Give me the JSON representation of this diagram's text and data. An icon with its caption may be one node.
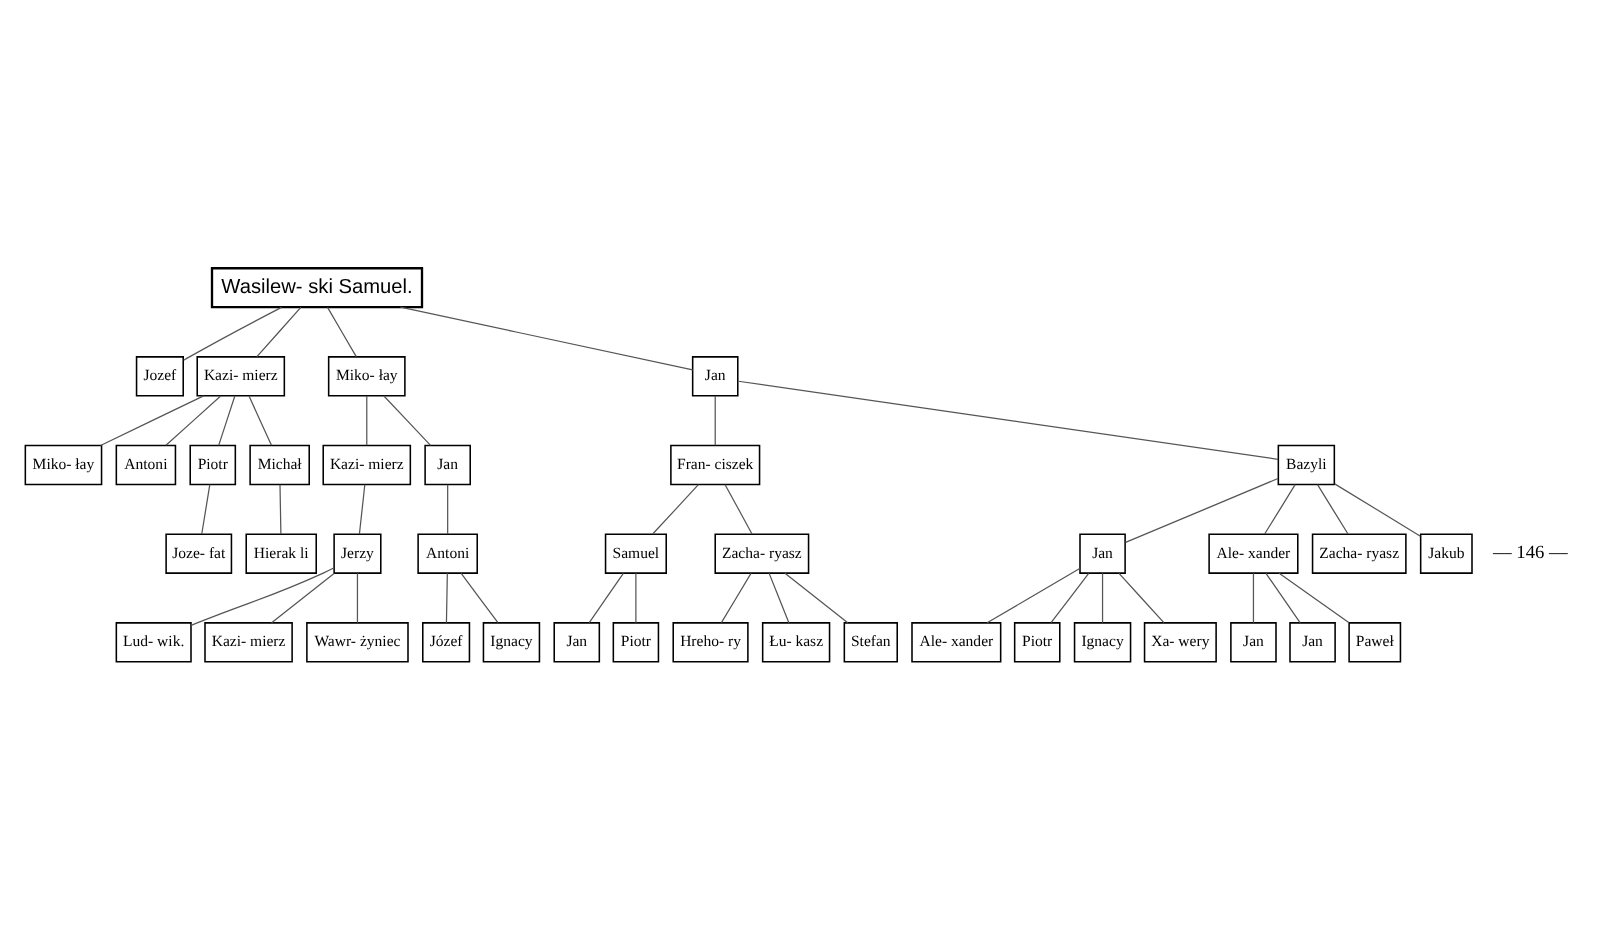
{
  "diagram": {
    "nodes": [
      {
        "text": [
          "Wasilew- ski Samuel."
        ]
      },
      {
        "text": [
          "Jozef"
        ]
      },
      {
        "text": [
          "Kazi- mierz"
        ]
      },
      {
        "text": [
          "Miko- łay"
        ]
      },
      {
        "text": [
          "Jan"
        ]
      },
      {
        "text": [
          "Miko- łay"
        ]
      },
      {
        "text": [
          "Antoni"
        ]
      },
      {
        "text": [
          "Piotr"
        ]
      },
      {
        "text": [
          "Michał"
        ]
      },
      {
        "text": [
          "Kazi- mierz"
        ]
      },
      {
        "text": [
          "Jan"
        ]
      },
      {
        "text": [
          "Fran- ciszek"
        ]
      },
      {
        "text": [
          "Bazyli"
        ]
      },
      {
        "text": [
          "Joze- fat"
        ]
      },
      {
        "text": [
          "Hierak li"
        ]
      },
      {
        "text": [
          "Jerzy"
        ]
      },
      {
        "text": [
          "Antoni"
        ]
      },
      {
        "text": [
          "Samuel"
        ]
      },
      {
        "text": [
          "Zacha- ryasz"
        ]
      },
      {
        "text": [
          "Jan"
        ]
      },
      {
        "text": [
          "Ale- xander"
        ]
      },
      {
        "text": [
          "Zacha- ryasz"
        ]
      },
      {
        "text": [
          "Jakub"
        ]
      },
      {
        "text": [
          "Lud- wik."
        ]
      },
      {
        "text": [
          "Kazi- mierz"
        ]
      },
      {
        "text": [
          "Wawr- żyniec"
        ]
      },
      {
        "text": [
          "Józef"
        ]
      },
      {
        "text": [
          "Ignacy"
        ]
      },
      {
        "text": [
          "Jan"
        ]
      },
      {
        "text": [
          "Piotr"
        ]
      },
      {
        "text": [
          "Hreho- ry"
        ]
      },
      {
        "text": [
          "Łu- kasz"
        ]
      },
      {
        "text": [
          "Stefan"
        ]
      },
      {
        "text": [
          "Ale- xander"
        ]
      },
      {
        "text": [
          "Piotr"
        ]
      },
      {
        "text": [
          "Ignacy"
        ]
      },
      {
        "text": [
          "Xa- wery"
        ]
      },
      {
        "text": [
          "Jan"
        ]
      },
      {
        "text": [
          "Jan"
        ]
      },
      {
        "text": [
          "Paweł"
        ]
      }
    ],
    "edges": [
      {
        "from": 0,
        "to": 1,
        "arrow": "none"
      },
      {
        "from": 0,
        "to": 2,
        "arrow": "none"
      },
      {
        "from": 0,
        "to": 3,
        "arrow": "none"
      },
      {
        "from": 0,
        "to": 4,
        "arrow": "none"
      },
      {
        "from": 2,
        "to": 5,
        "arrow": "none"
      },
      {
        "from": 2,
        "to": 6,
        "arrow": "none"
      },
      {
        "from": 2,
        "to": 7,
        "arrow": "none"
      },
      {
        "from": 2,
        "to": 8,
        "arrow": "none"
      },
      {
        "from": 3,
        "to": 9,
        "arrow": "none"
      },
      {
        "from": 3,
        "to": 10,
        "arrow": "none"
      },
      {
        "from": 4,
        "to": 11,
        "arrow": "none"
      },
      {
        "from": 4,
        "to": 12,
        "arrow": "none"
      },
      {
        "from": 7,
        "to": 13,
        "arrow": "none"
      },
      {
        "from": 8,
        "to": 14,
        "arrow": "none"
      },
      {
        "from": 9,
        "to": 15,
        "arrow": "none"
      },
      {
        "from": 10,
        "to": 16,
        "arrow": "none"
      },
      {
        "from": 11,
        "to": 17,
        "arrow": "none"
      },
      {
        "from": 11,
        "to": 18,
        "arrow": "none"
      },
      {
        "from": 12,
        "to": 19,
        "arrow": "none"
      },
      {
        "from": 12,
        "to": 20,
        "arrow": "none"
      },
      {
        "from": 12,
        "to": 21,
        "arrow": "none"
      },
      {
        "from": 12,
        "to": 22,
        "arrow": "none"
      },
      {
        "from": 15,
        "to": 23,
        "arrow": "none"
      },
      {
        "from": 15,
        "to": 24,
        "arrow": "none"
      },
      {
        "from": 15,
        "to": 25,
        "arrow": "none"
      },
      {
        "from": 16,
        "to": 26,
        "arrow": "none"
      },
      {
        "from": 16,
        "to": 27,
        "arrow": "none"
      },
      {
        "from": 17,
        "to": 28,
        "arrow": "none"
      },
      {
        "from": 17,
        "to": 29,
        "arrow": "none"
      },
      {
        "from": 18,
        "to": 30,
        "arrow": "none"
      },
      {
        "from": 18,
        "to": 31,
        "arrow": "none"
      },
      {
        "from": 18,
        "to": 32,
        "arrow": "none"
      },
      {
        "from": 19,
        "to": 33,
        "arrow": "none"
      },
      {
        "from": 19,
        "to": 34,
        "arrow": "none"
      },
      {
        "from": 19,
        "to": 35,
        "arrow": "none"
      },
      {
        "from": 19,
        "to": 36,
        "arrow": "none"
      },
      {
        "from": 20,
        "to": 37,
        "arrow": "none"
      },
      {
        "from": 20,
        "to": 38,
        "arrow": "none"
      },
      {
        "from": 20,
        "to": 39,
        "arrow": "none"
      }
    ],
    "labels": [
      "— 146 —"
    ]
  }
}
